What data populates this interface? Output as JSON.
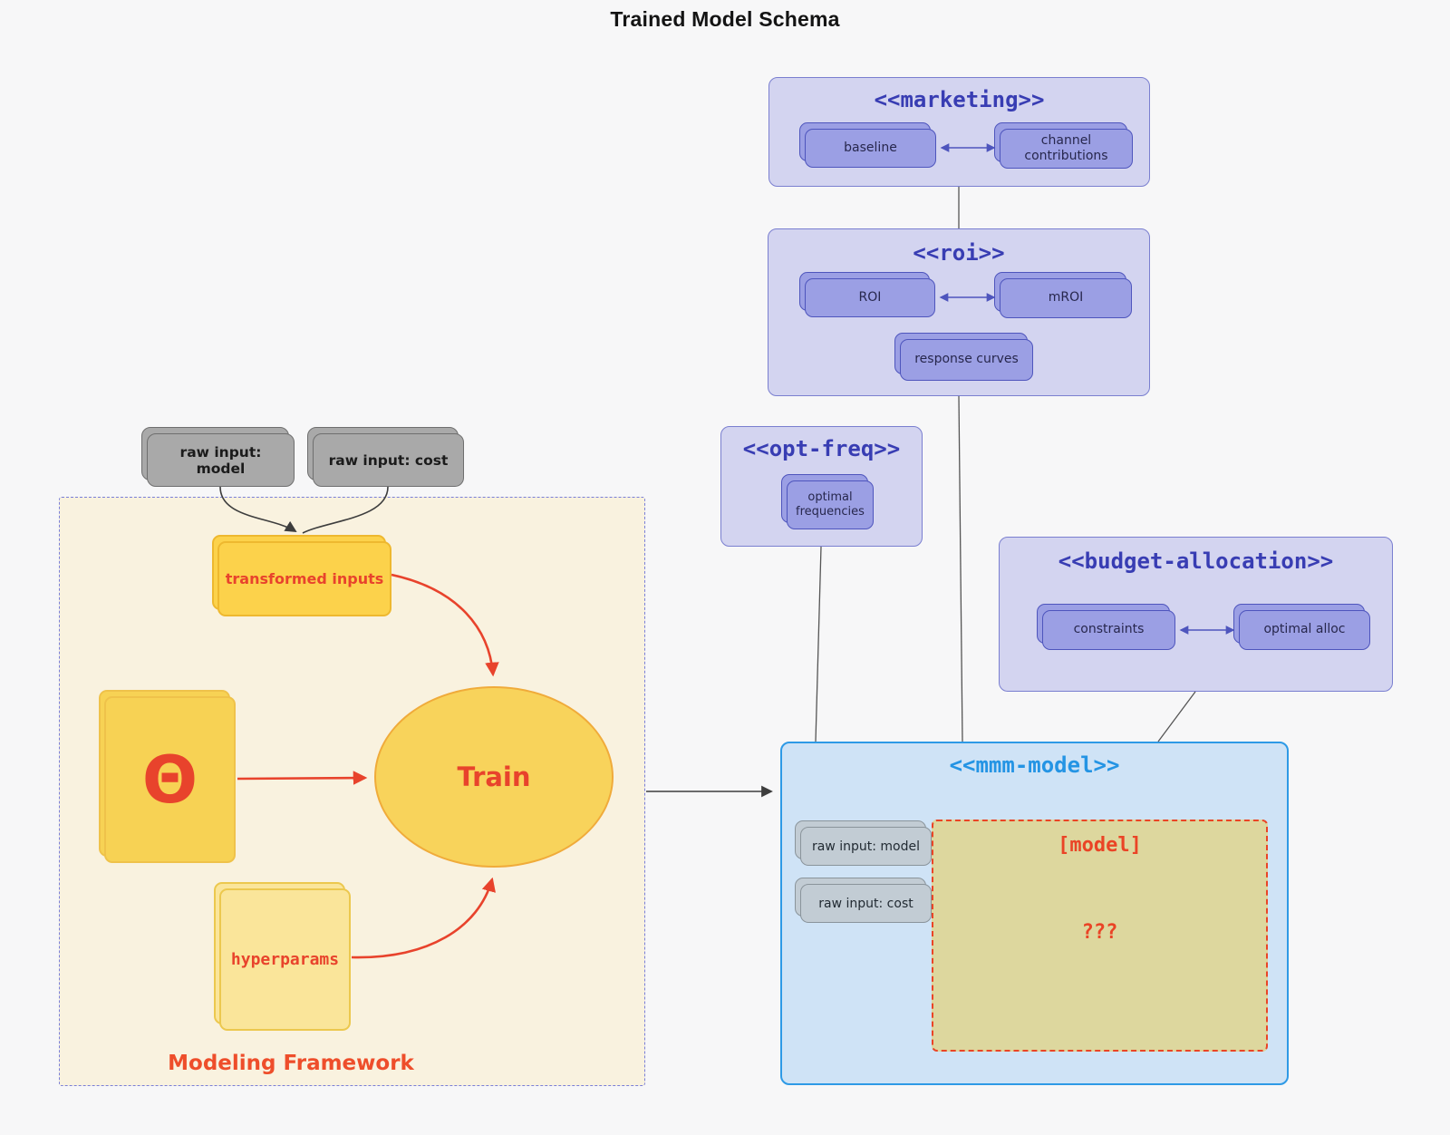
{
  "title": "Trained Model Schema",
  "marketing": {
    "title": "<<marketing>>",
    "baseline": "baseline",
    "channel_contributions": "channel contributions"
  },
  "roi": {
    "title": "<<roi>>",
    "roi": "ROI",
    "mroi": "mROI",
    "response_curves": "response curves"
  },
  "opt_freq": {
    "title": "<<opt-freq>>",
    "optimal_frequencies": "optimal frequencies"
  },
  "budget_allocation": {
    "title": "<<budget-allocation>>",
    "constraints": "constraints",
    "optimal_alloc": "optimal alloc"
  },
  "mmm_model": {
    "title": "<<mmm-model>>",
    "raw_input_model": "raw input: model",
    "raw_input_cost": "raw input: cost",
    "model_title": "[model]",
    "model_placeholder": "???"
  },
  "framework": {
    "label": "Modeling Framework",
    "raw_input_model": "raw input: model",
    "raw_input_cost": "raw input: cost",
    "transformed_inputs": "transformed inputs",
    "theta": "Θ",
    "train": "Train",
    "hyperparams": "hyperparams"
  },
  "colors": {
    "accent_red": "#e8432c",
    "group_fill": "#d3d4f0",
    "group_border": "#7a7fd0",
    "group_title": "#383db3",
    "card_purple": "#9b9fe4",
    "mmm_fill": "#cfe3f6",
    "mmm_border": "#2e9ae6",
    "mmm_title": "#2494e4",
    "model_box_fill": "#ddd79e",
    "framework_fill": "#f9f2df",
    "yellow_card": "#fcd24b"
  }
}
